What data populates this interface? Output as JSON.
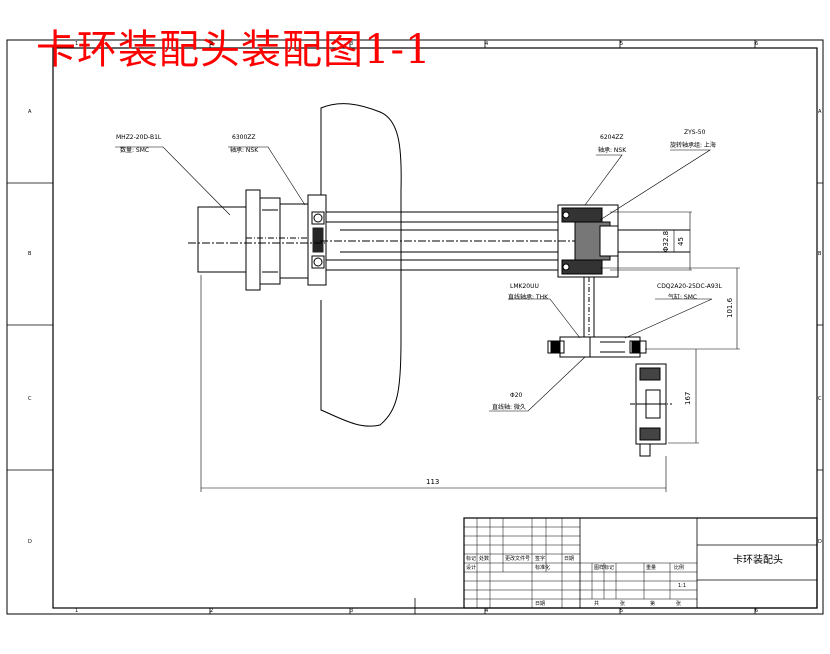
{
  "title": "卡环装配头装配图1-1",
  "callouts": [
    {
      "part": "MHZ2-20D-B1L",
      "note": "数量: SMC"
    },
    {
      "part": "6300ZZ",
      "note": "轴承: NSK"
    },
    {
      "part": "6204ZZ",
      "note": "轴承: NSK"
    },
    {
      "part": "ZYS-50",
      "note": "旋转轴承组: 上海"
    },
    {
      "part": "LMK20UU",
      "note": "直线轴承: THK"
    },
    {
      "part": "CDQ2A20-25DC-A93L",
      "note": "气缸: SMC"
    },
    {
      "part": "Φ20",
      "note": "直线轴: 微久"
    }
  ],
  "dimensions": {
    "d1": "Φ32.8",
    "d2": "45",
    "d3": "101.6",
    "d4": "167",
    "overall": "113"
  },
  "zone_labels": {
    "top": [
      "1",
      "2",
      "3",
      "4",
      "5",
      "6"
    ],
    "side": [
      "A",
      "B",
      "C",
      "D"
    ]
  },
  "title_block": {
    "drawing_name": "卡环装配头",
    "scale": "1:1",
    "headers": [
      "标记",
      "处数",
      "更改文件号",
      "签字",
      "日期"
    ],
    "design_row": [
      "设计",
      "",
      "标准化",
      "",
      "",
      ""
    ],
    "stage_headers": [
      "图样标记",
      "重量",
      "比例"
    ],
    "approve_row": [
      "共",
      "张",
      "第",
      "张"
    ],
    "date_label": "日期"
  }
}
